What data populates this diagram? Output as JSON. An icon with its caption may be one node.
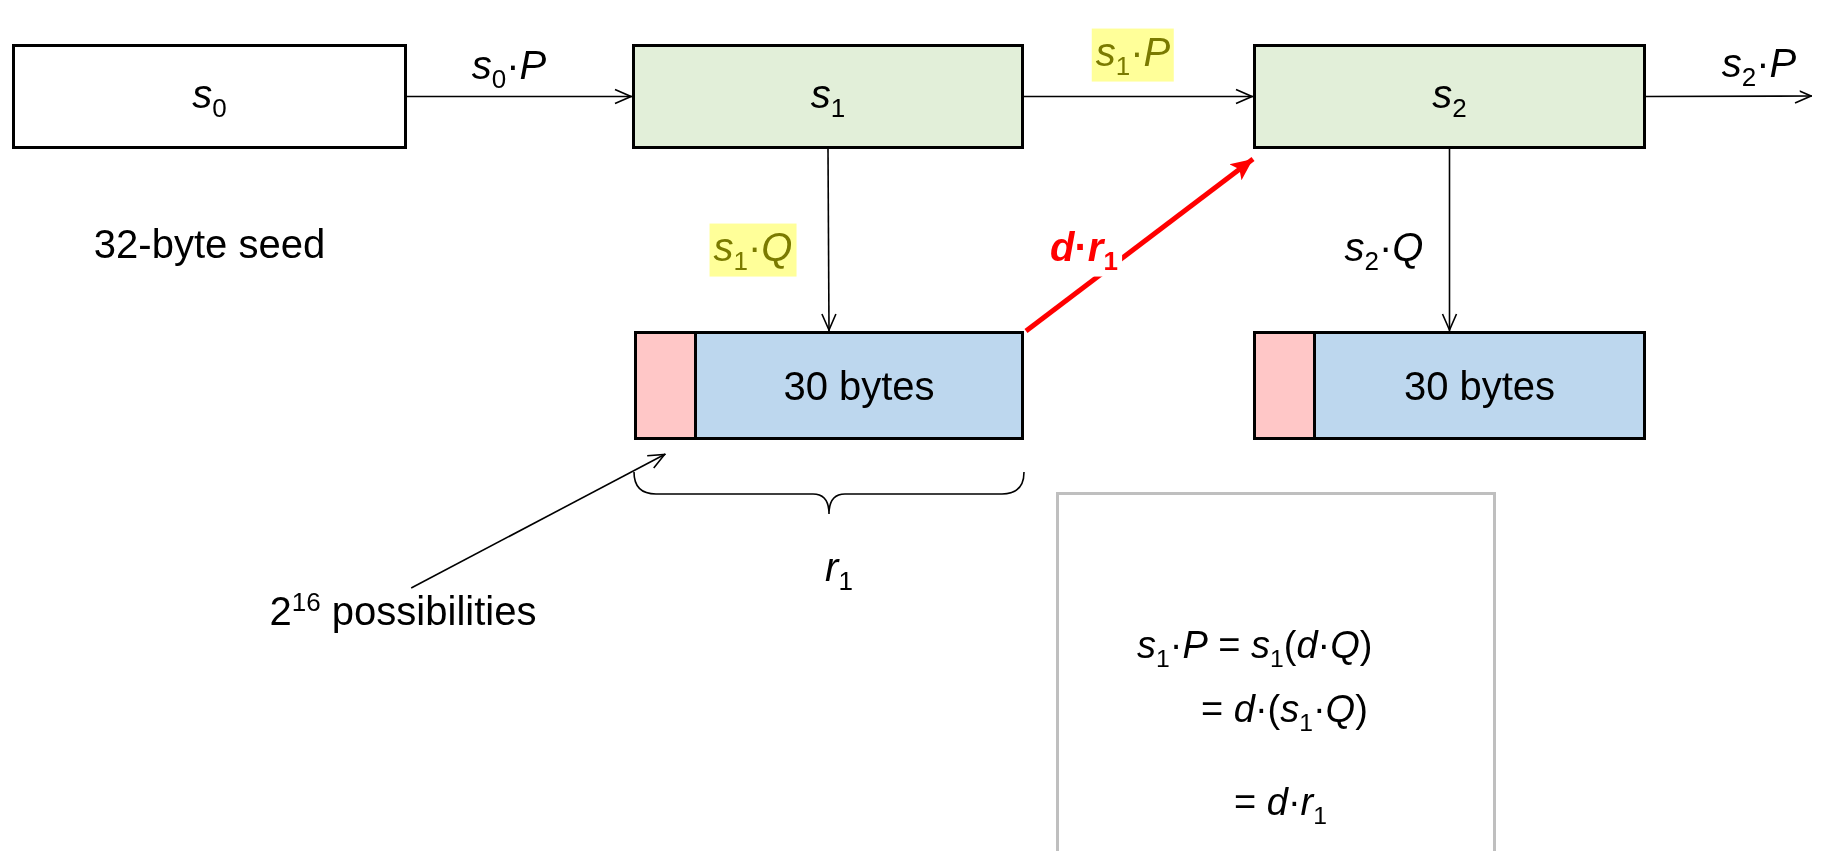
{
  "diagram": {
    "nodes": [
      {
        "text": [
          "*s*$_{0}$"
        ],
        "beside": [
          "32-byte seed"
        ]
      },
      {
        "text": [
          "*s*$_{1}$"
        ]
      },
      {
        "text": [
          "*s*$_{2}$"
        ]
      },
      {
        "text": [
          "30 bytes"
        ]
      },
      {
        "text": [],
        "shape": "box",
        "in": 3
      },
      {
        "text": [
          "30 bytes"
        ]
      },
      {
        "text": [],
        "shape": "box",
        "in": 5
      },
      {
        "text": [
          "2$^{16}$ possibilities"
        ]
      },
      {
        "text": [
          "*s*$_{1}$·*P* = *s*$_{1}$(*d*·*Q*)",
          "= *d*·(*s*$_{1}$·*Q*)",
          "= *d*·*r*$_{1}$"
        ]
      }
    ],
    "edges": [
      {
        "from": 0,
        "to": 1,
        "arrow": "to",
        "label": "*s*$_{0}$·*P*"
      },
      {
        "from": 1,
        "to": 2,
        "arrow": "to",
        "label": "*s*$_{1}$·*P*"
      },
      {
        "from": 2,
        "to": null,
        "arrow": "to",
        "label": "*s*$_{2}$·*P*"
      },
      {
        "from": 1,
        "to": 3,
        "arrow": "to",
        "label": "*s*$_{1}$·*Q*"
      },
      {
        "from": 2,
        "to": 5,
        "arrow": "to",
        "label": "*s*$_{2}$·*Q*"
      },
      {
        "from": 3,
        "to": 2,
        "arrow": "to",
        "label": "*d*·*r*$_{1}$",
        "style": "thick",
        "color": "#ff0000"
      },
      {
        "from": 7,
        "to": 4,
        "arrow": "to"
      }
    ],
    "labels": [
      "*r*$_{1}$"
    ]
  }
}
